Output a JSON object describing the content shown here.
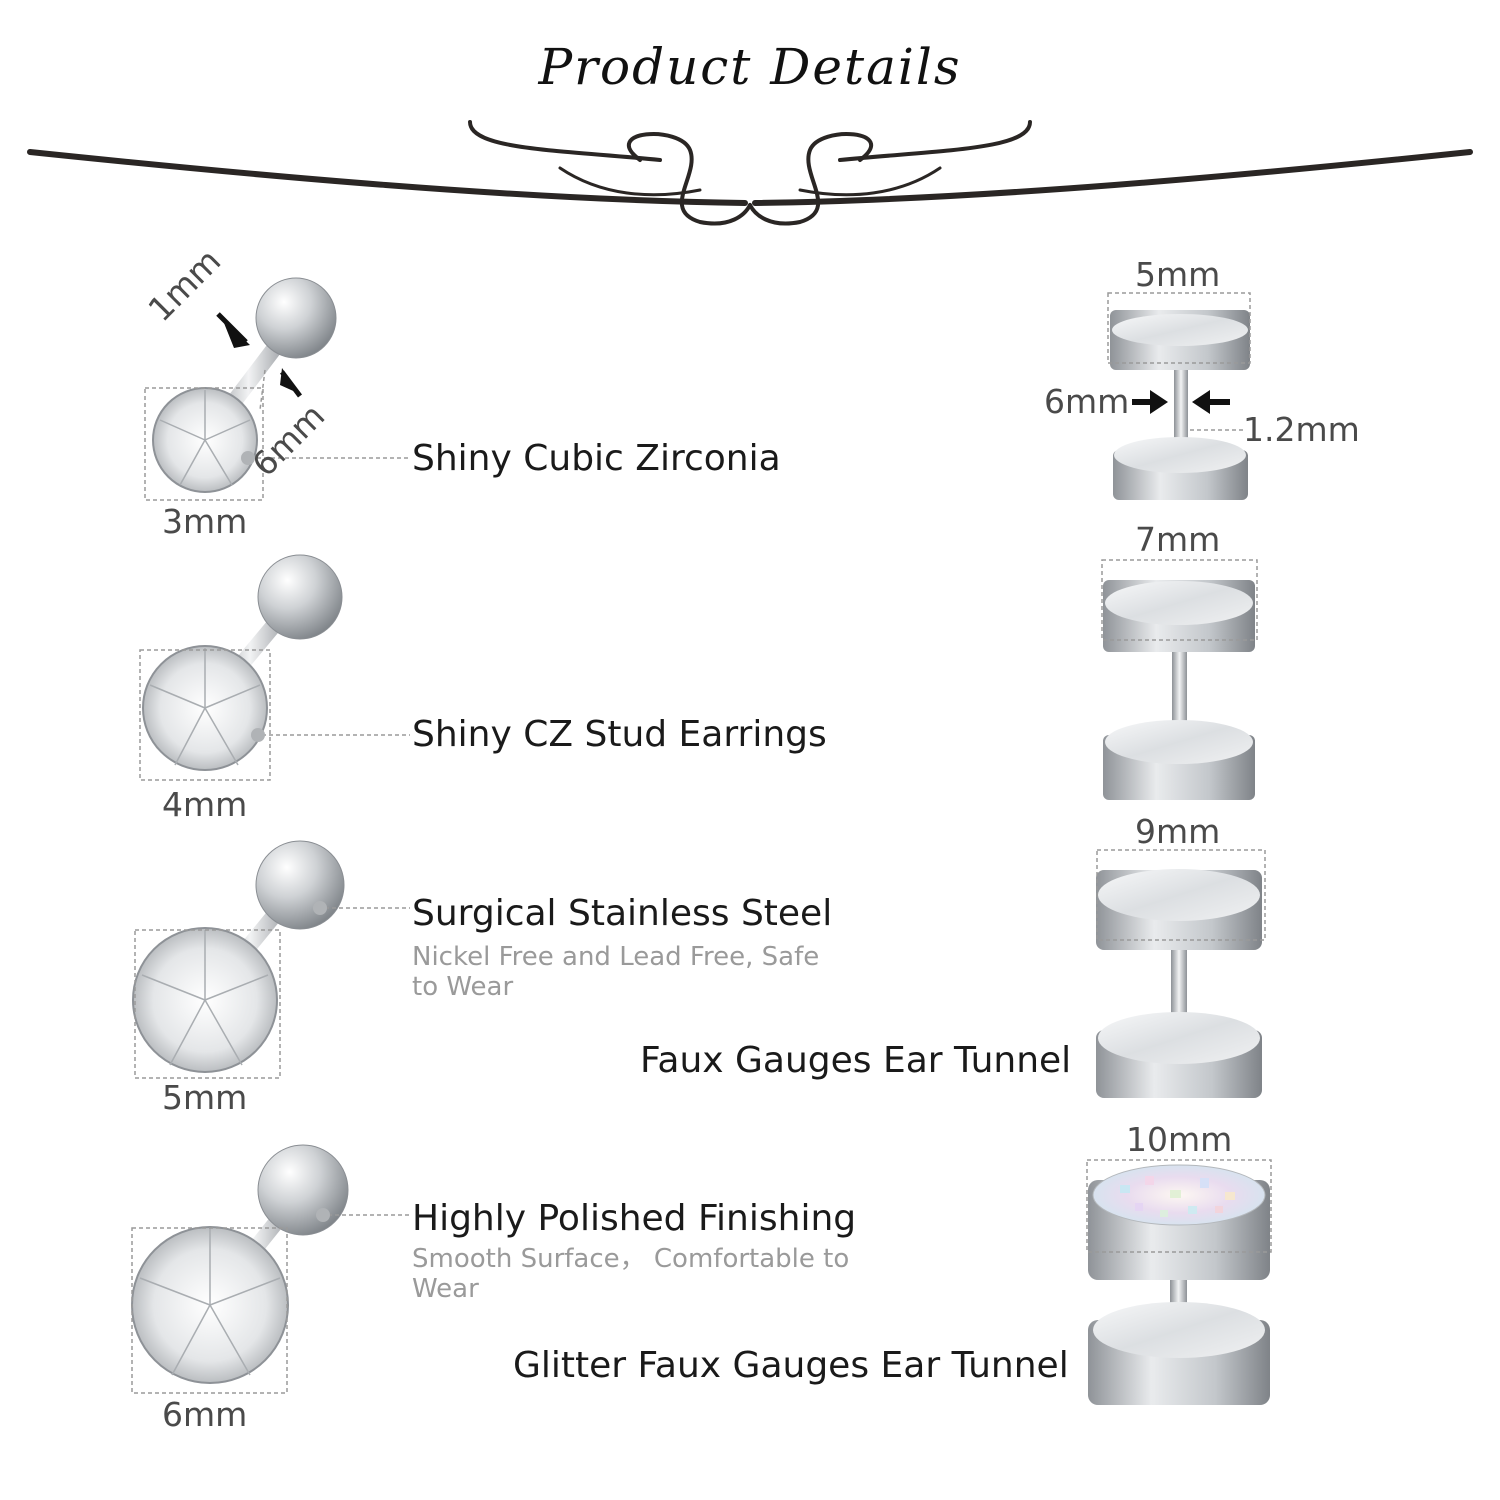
{
  "title": "Product Details",
  "colors": {
    "ink": "#2a2624",
    "steel": "#b8bcc0",
    "text": "#1a1a1a",
    "muted": "#9a9a9a"
  },
  "studs": [
    {
      "size": "3mm",
      "label": "Shiny Cubic Zirconia",
      "dim_ball": "1mm",
      "dim_bar": "6mm"
    },
    {
      "size": "4mm",
      "label": "Shiny CZ Stud Earrings"
    },
    {
      "size": "5mm",
      "label": "Surgical Stainless Steel",
      "sub": "Nickel Free and Lead Free, Safe to Wear"
    },
    {
      "size": "6mm",
      "label": "Highly Polished Finishing",
      "sub": "Smooth Surface， Comfortable to Wear"
    }
  ],
  "plugs": [
    {
      "size": "5mm",
      "dim_bar": "6mm",
      "dim_pin": "1.2mm"
    },
    {
      "size": "7mm"
    },
    {
      "size": "9mm",
      "label": "Faux Gauges Ear Tunnel"
    },
    {
      "size": "10mm",
      "label": "Glitter Faux Gauges Ear Tunnel"
    }
  ]
}
